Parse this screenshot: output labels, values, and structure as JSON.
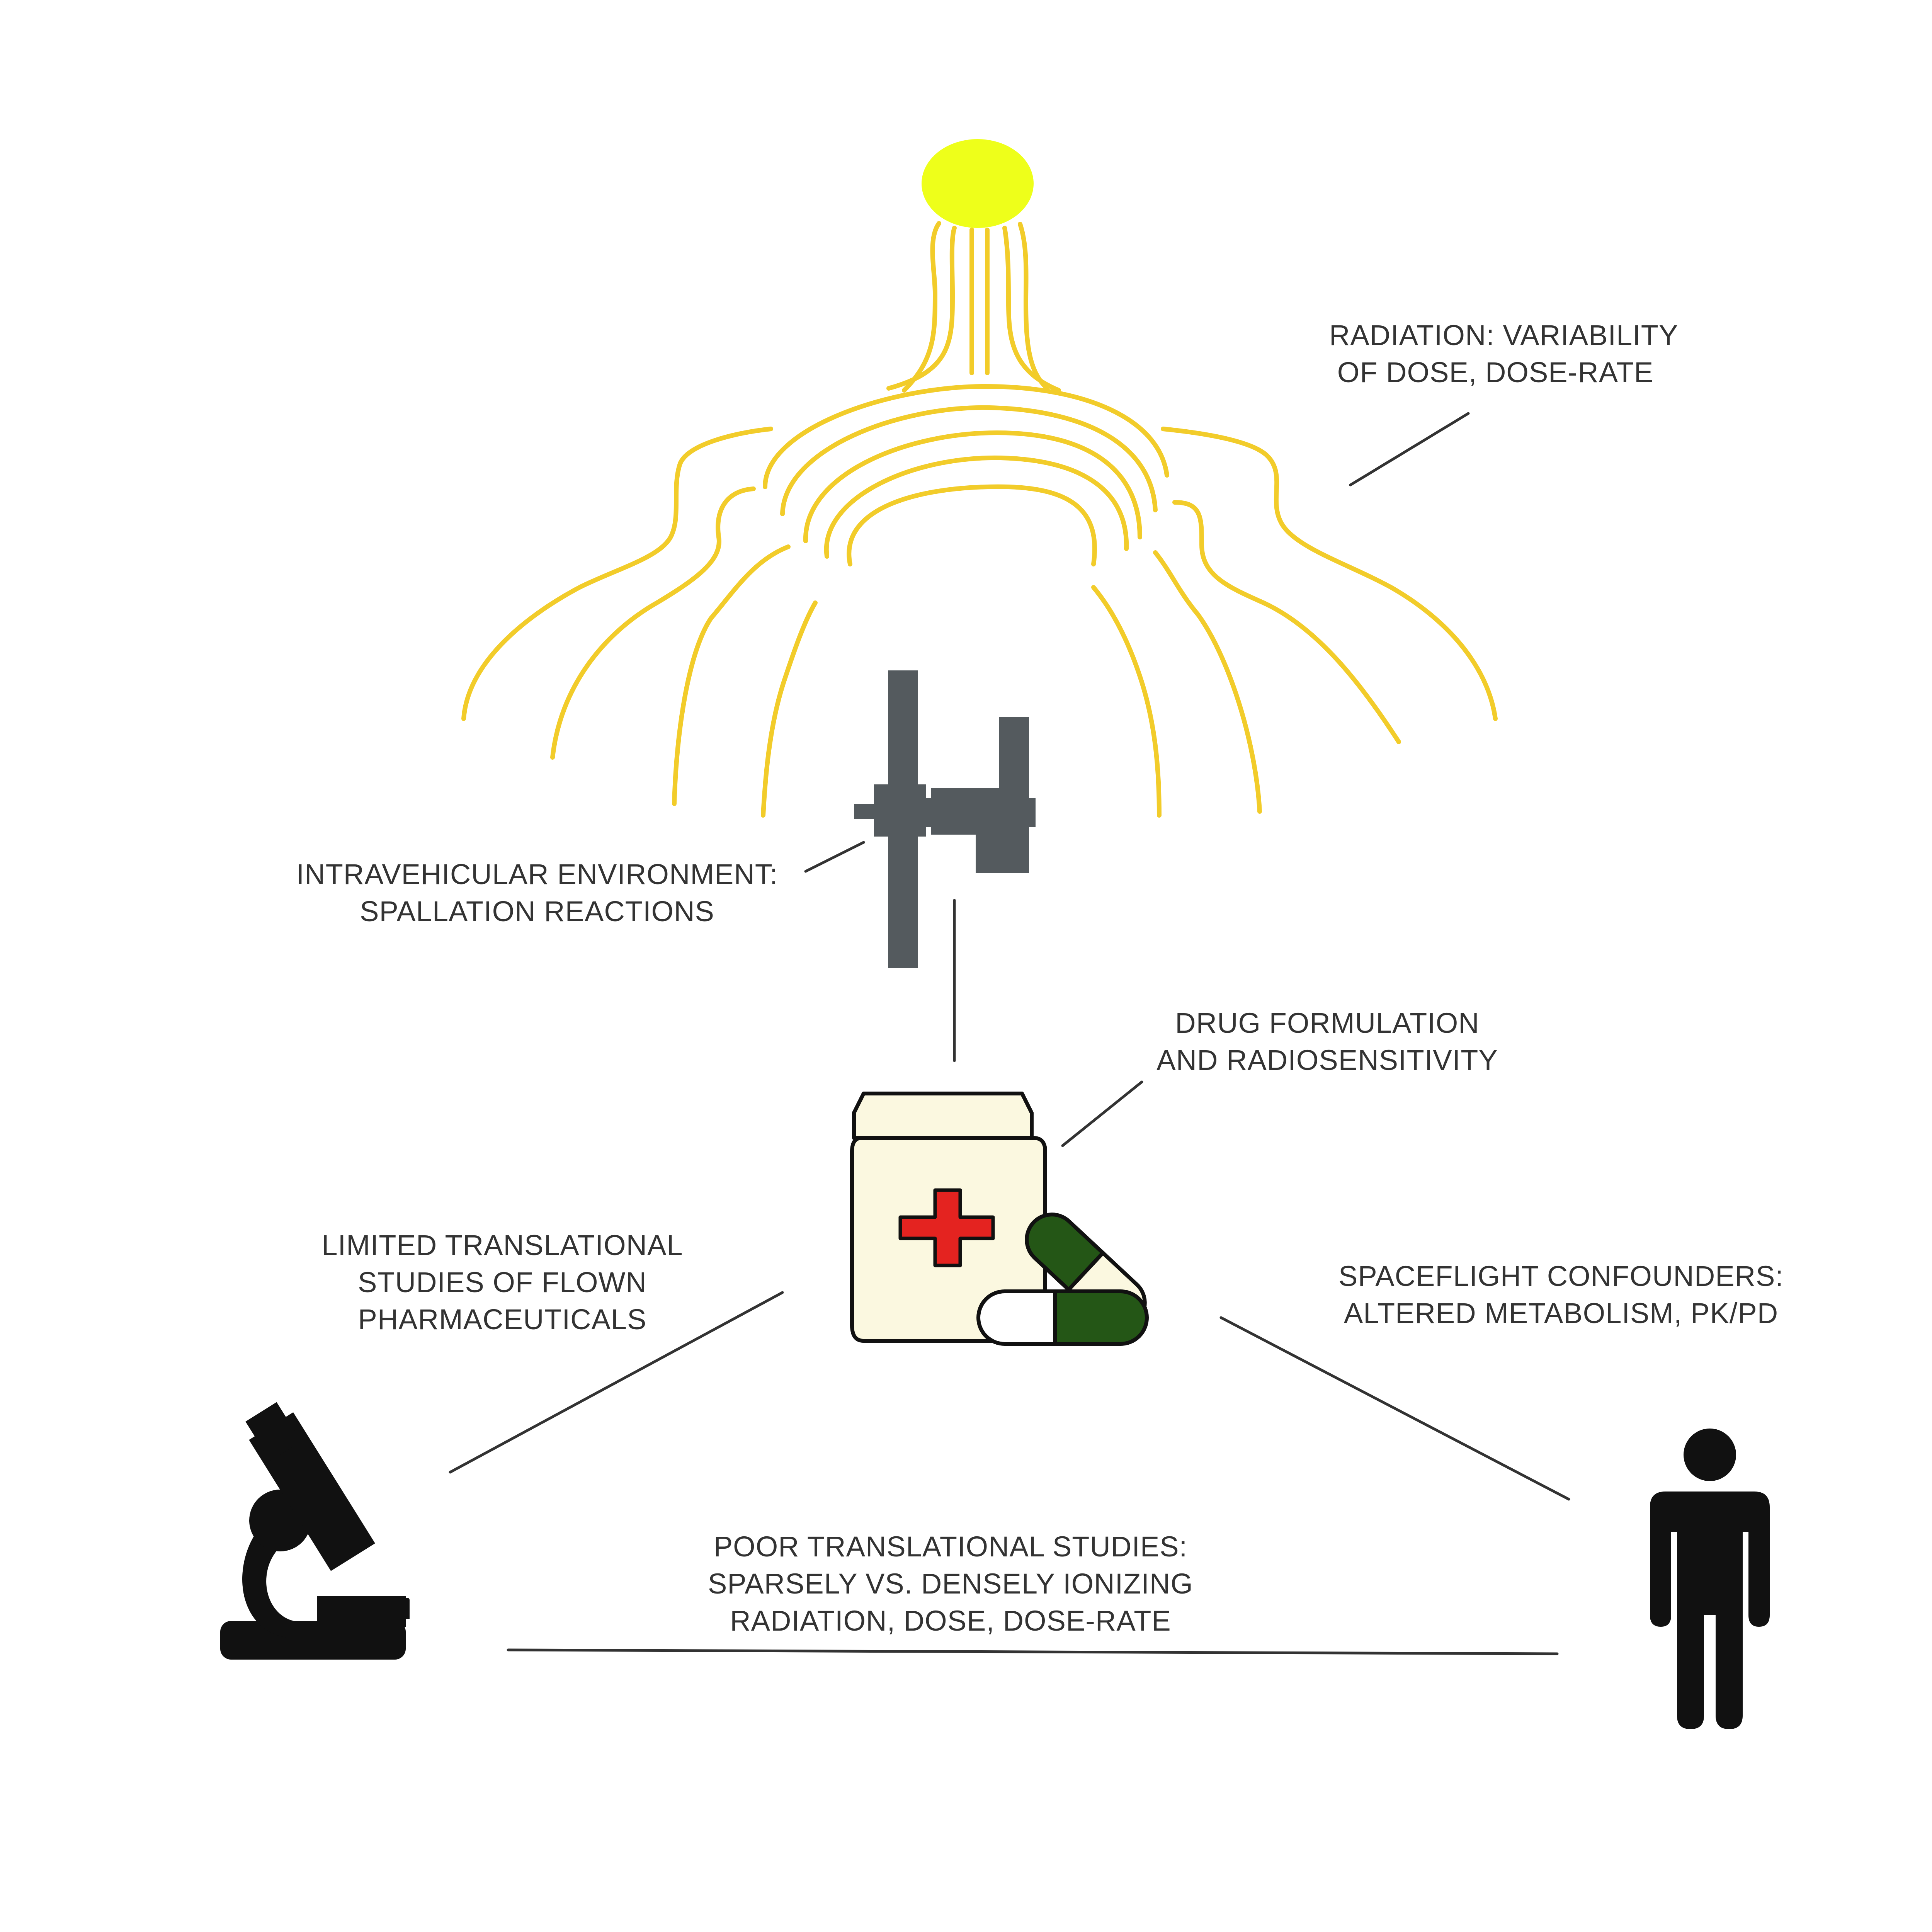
{
  "labels": {
    "radiation": {
      "line1": "RADIATION: VARIABILITY",
      "line2": "OF DOSE, DOSE-RATE"
    },
    "intravehicular": {
      "line1": "INTRAVEHICULAR ENVIRONMENT:",
      "line2": "SPALLATION REACTIONS"
    },
    "drug": {
      "line1": "DRUG FORMULATION",
      "line2": "AND RADIOSENSITIVITY"
    },
    "limited": {
      "line1": "LIMITED TRANSLATIONAL",
      "line2": "STUDIES OF FLOWN",
      "line3": "PHARMACEUTICALS"
    },
    "confounders": {
      "line1": "SPACEFLIGHT CONFOUNDERS:",
      "line2": "ALTERED METABOLISM, PK/PD"
    },
    "poor": {
      "line1": "POOR TRANSLATIONAL STUDIES:",
      "line2": "SPARSELY VS. DENSELY IONIZING",
      "line3": "RADIATION, DOSE, DOSE-RATE"
    }
  },
  "colors": {
    "sun": "#eeff1a",
    "field_lines": "#f2cc2a",
    "station": "#545a5e",
    "connector": "#333333",
    "bottle_fill": "#fbf8e0",
    "cross": "#e42320",
    "capsule_green": "#245616",
    "silhouette": "#111111"
  },
  "icons": [
    "sun-icon",
    "space-station-icon",
    "medicine-bottle-icon",
    "capsule-icon",
    "microscope-icon",
    "person-icon"
  ]
}
